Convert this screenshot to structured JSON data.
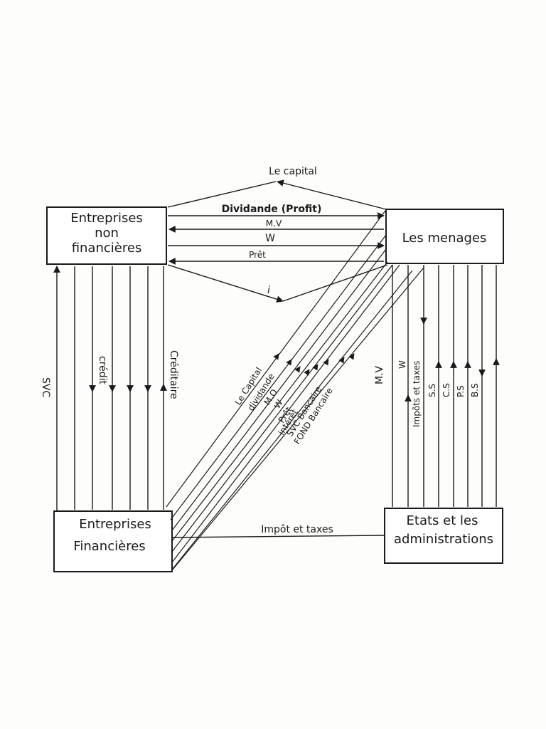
{
  "nodes": {
    "enf": [
      "Entreprises",
      "non",
      "financières"
    ],
    "menages": [
      "Les menages"
    ],
    "ef": [
      "Entreprises",
      "Financières"
    ],
    "etat": [
      "Etats et les",
      "administrations"
    ]
  },
  "top_flows": {
    "capital": "Le capital",
    "dividende": "Dividande (Profit)",
    "mv": "M.V",
    "w": "W",
    "pret": "Prêt",
    "i": "i"
  },
  "left_flows": {
    "svc": "SVC",
    "credit": "crédit",
    "creditaire": "Créditaire"
  },
  "diagonal_flows": [
    "Le Capital",
    "dividande",
    "M.O",
    "W",
    "Prêt",
    "intérêt",
    "SVC Bancaire",
    "FOND Bancaire"
  ],
  "right_flows": {
    "mv": "M.V",
    "w": "W",
    "impots": "Impôts et taxes",
    "ss": "S.S",
    "cs": "C.S",
    "ps": "P.S",
    "bs": "B.S"
  },
  "bottom_flow": "Impôt et taxes"
}
